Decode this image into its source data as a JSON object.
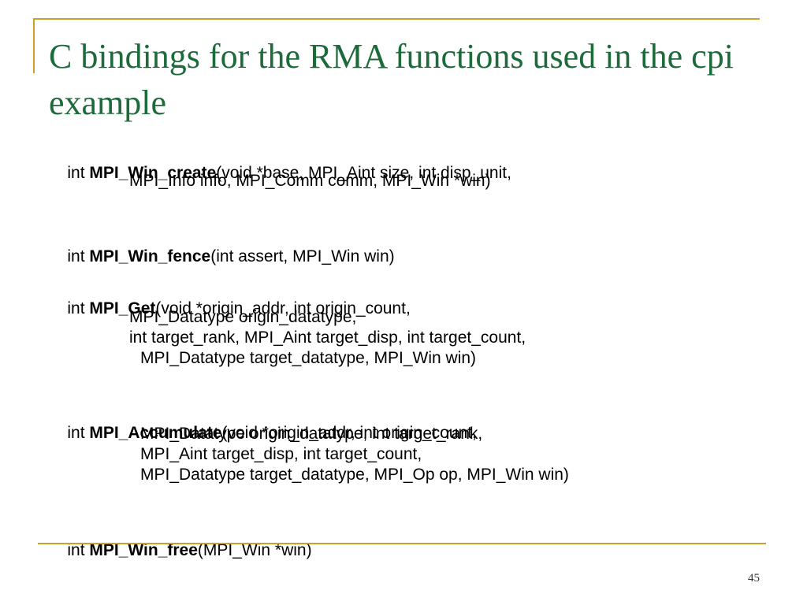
{
  "slide": {
    "title": "C bindings for the RMA functions used in the cpi example",
    "page_number": "45",
    "accent_color": "#c9a227",
    "title_color": "#1d6a3a"
  },
  "bindings": [
    {
      "ret": "int",
      "name": "MPI_Win_create",
      "first": "(void *base, MPI_Aint size, int disp_unit,",
      "cont": [
        "MPI_Info info, MPI_Comm comm, MPI_Win *win)"
      ]
    },
    {
      "ret": "int",
      "name": "MPI_Win_fence",
      "first": "(int assert, MPI_Win win)",
      "cont": []
    },
    {
      "ret": "int",
      "name": "MPI_Get",
      "first": "(void *origin_addr, int origin_count,",
      "cont": [
        "MPI_Datatype origin_datatype,",
        "int target_rank, MPI_Aint target_disp, int target_count,",
        "MPI_Datatype target_datatype, MPI_Win win)"
      ]
    },
    {
      "ret": "int",
      "name": "MPI_Accumulate",
      "first": "(void *origin_addr, int origin_count,",
      "cont": [
        "MPI_Datatype origin_datatype, int target_rank,",
        "MPI_Aint target_disp, int target_count,",
        "MPI_Datatype target_datatype, MPI_Op op, MPI_Win win)"
      ]
    },
    {
      "ret": "int",
      "name": "MPI_Win_free",
      "first": "(MPI_Win *win)",
      "cont": []
    }
  ]
}
